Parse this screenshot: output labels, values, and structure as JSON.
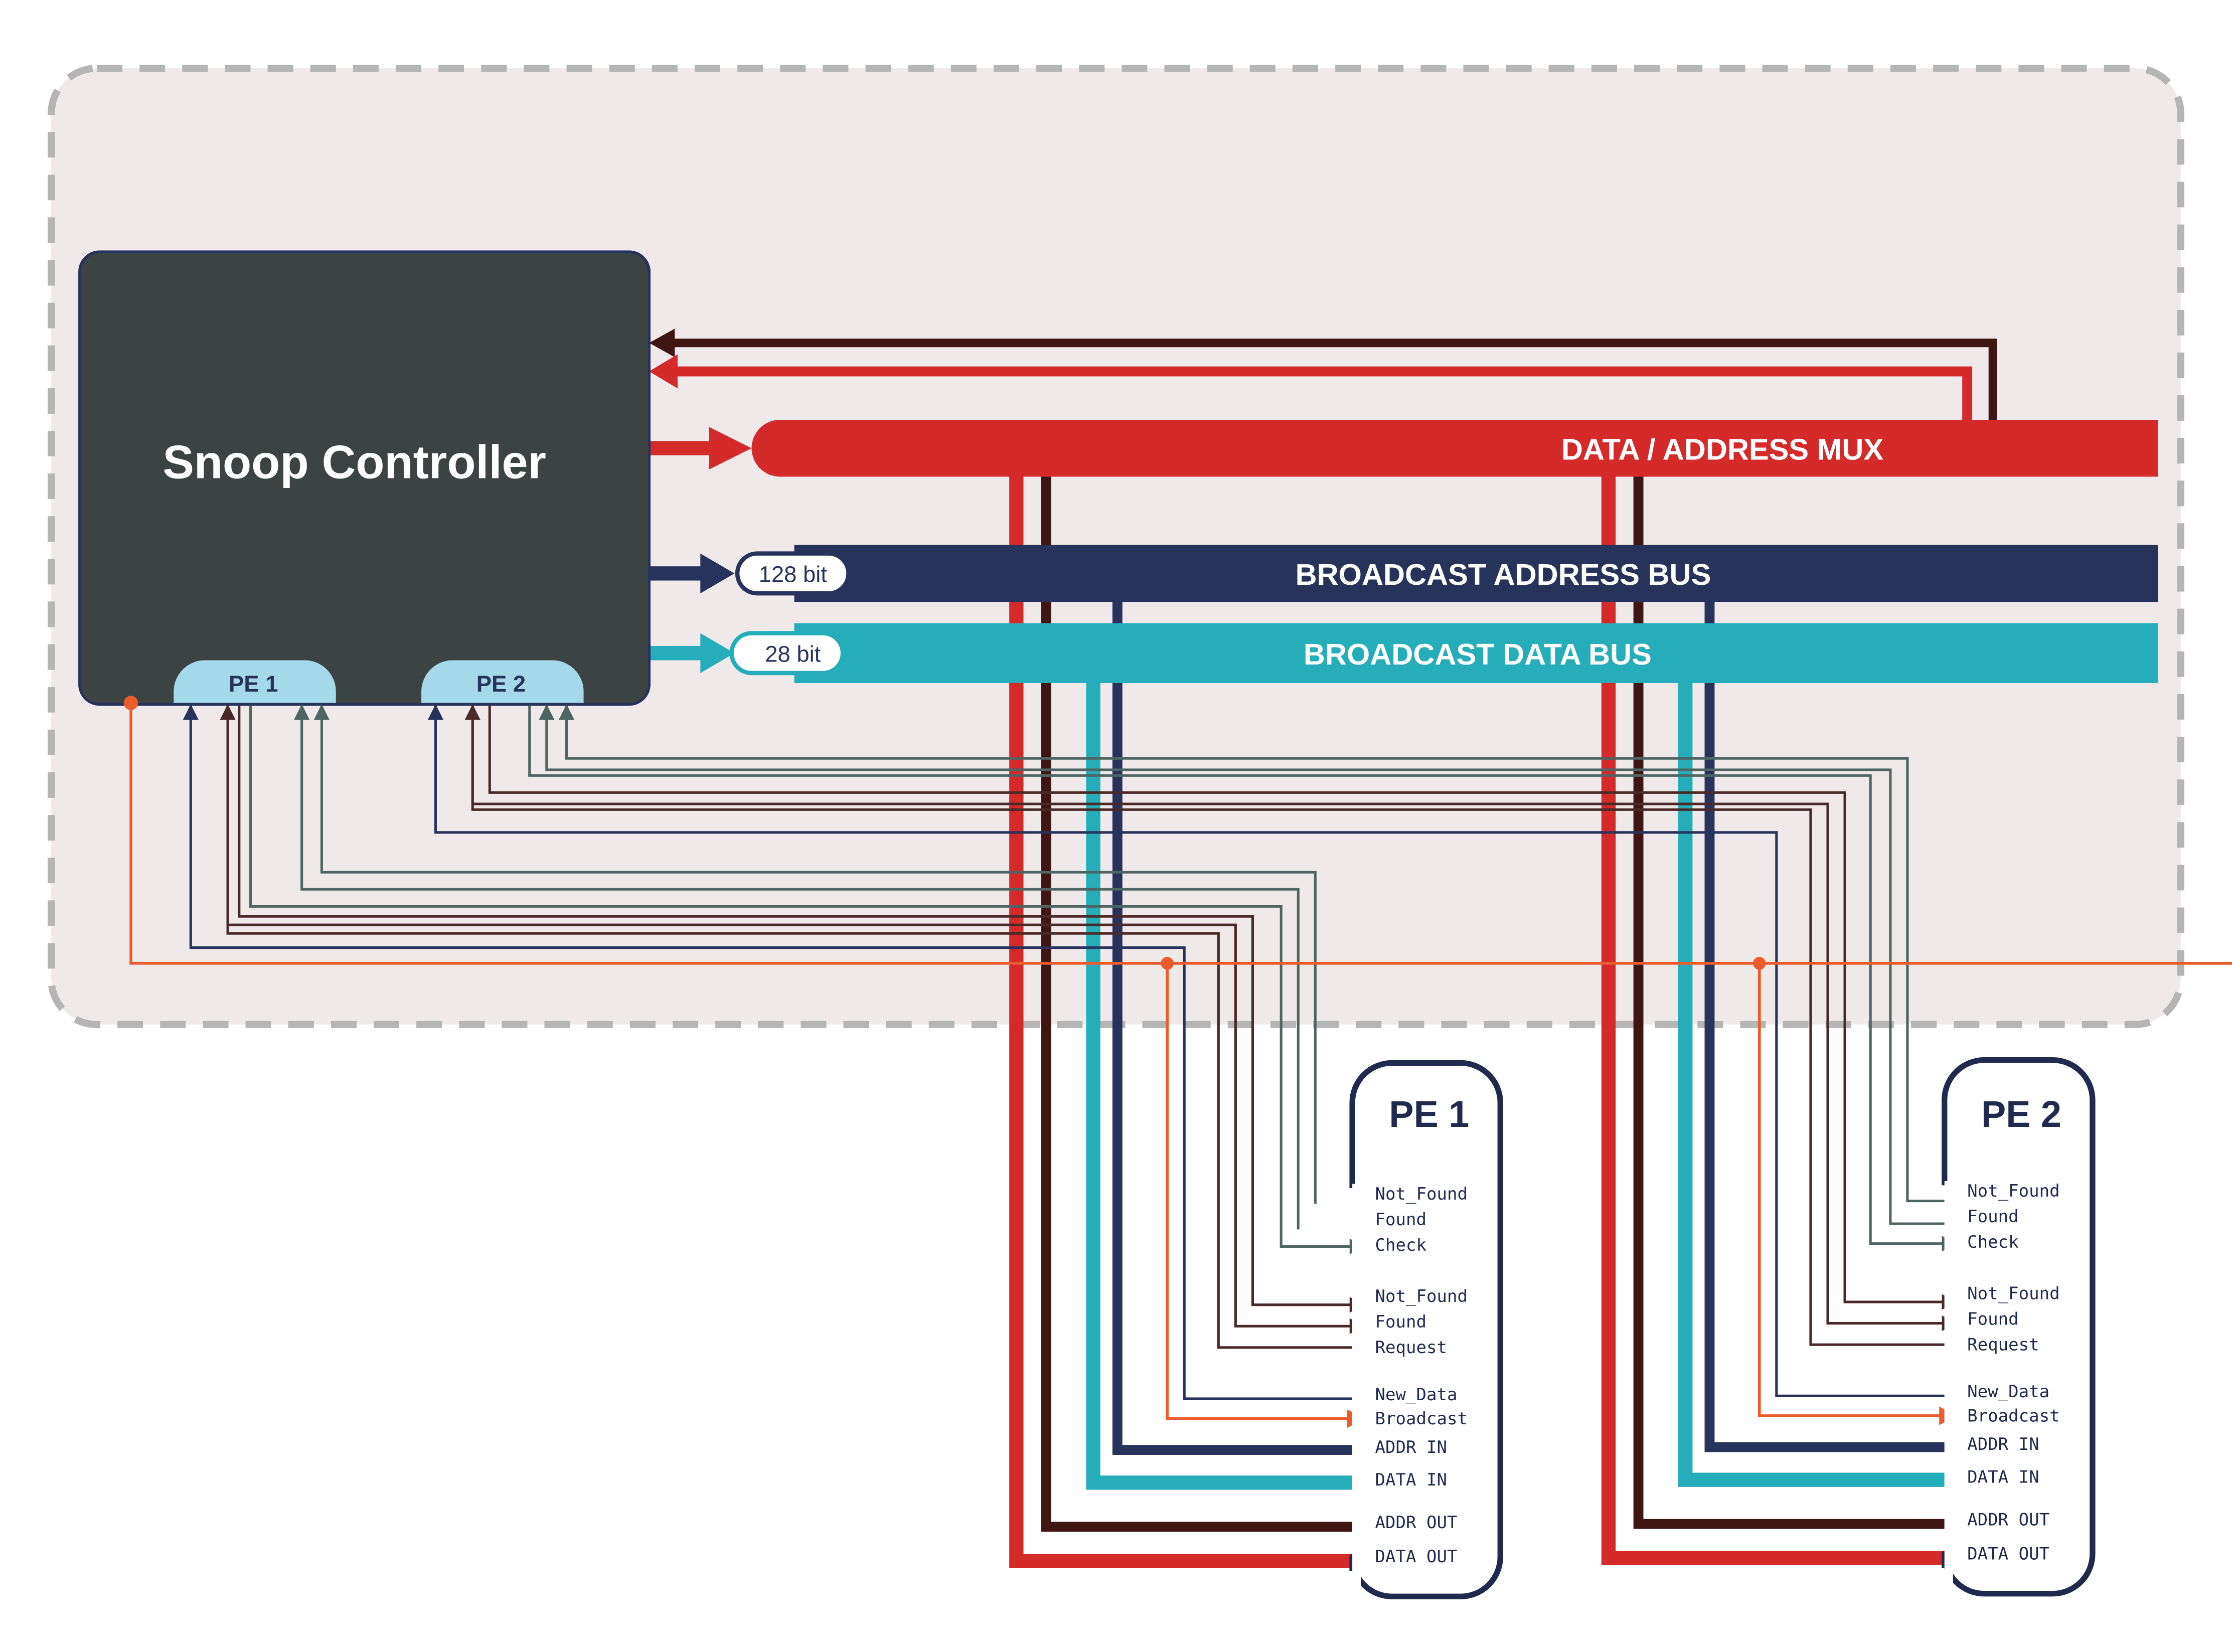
{
  "snoop_controller": {
    "title": "Snoop Controller",
    "port_pe1": "PE 1",
    "port_pe2": "PE 2"
  },
  "buses": {
    "mux_label": "DATA / ADDRESS MUX",
    "address_bus_label": "BROADCAST ADDRESS BUS",
    "address_bus_width": "128 bit",
    "data_bus_label": "BROADCAST  DATA BUS",
    "data_bus_width": "28 bit"
  },
  "pe1": {
    "title": "PE 1",
    "signals": [
      "Not_Found",
      "Found",
      "Check",
      "Not_Found",
      "Found",
      "Request",
      "New_Data",
      "Broadcast",
      "ADDR IN",
      "DATA IN",
      "ADDR OUT",
      "DATA OUT"
    ]
  },
  "pe2": {
    "title": "PE 2",
    "signals": [
      "Not_Found",
      "Found",
      "Check",
      "Not_Found",
      "Found",
      "Request",
      "New_Data",
      "Broadcast",
      "ADDR IN",
      "DATA IN",
      "ADDR OUT",
      "DATA OUT"
    ]
  },
  "colors": {
    "controller": "#3c4443",
    "mux_red": "#d42a2a",
    "address_navy": "#28335c",
    "data_teal": "#25adb9",
    "dark_brown": "#3f1614",
    "grey_green": "#4e6563",
    "orange": "#ea5c2c",
    "port_blue": "#a4d9ea",
    "frame_bg": "#efe9ea",
    "frame_dash": "#b5b5b5"
  }
}
